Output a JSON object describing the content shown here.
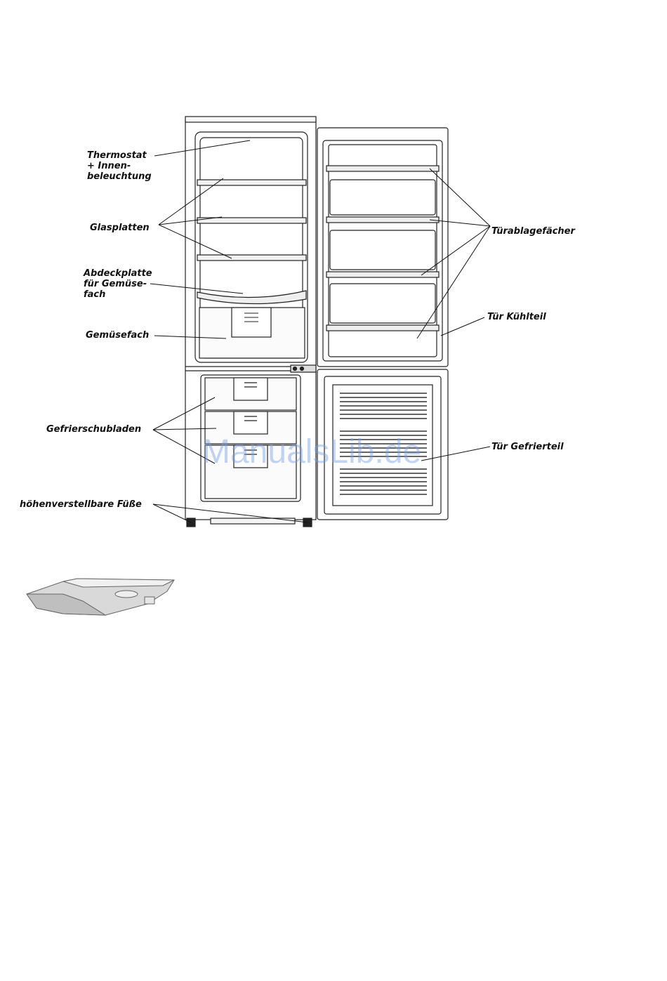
{
  "labels": {
    "thermostat": "Thermostat\n+ Innen-\nbeleuchtung",
    "glass_shelves": "Glasplatten",
    "crisper_cover": "Abdeckplatte\nfür Gemüse-\nfach",
    "crisper": "Gemüsefach",
    "freezer_drawers": "Gefrierschubladen",
    "adjustable_feet": "höhenverstellbare Füße",
    "door_shelves": "Türablagefächer",
    "fridge_door": "Tür Kühlteil",
    "freezer_door": "Tür Gefrierteil"
  },
  "watermark": "ManualsLib.de"
}
